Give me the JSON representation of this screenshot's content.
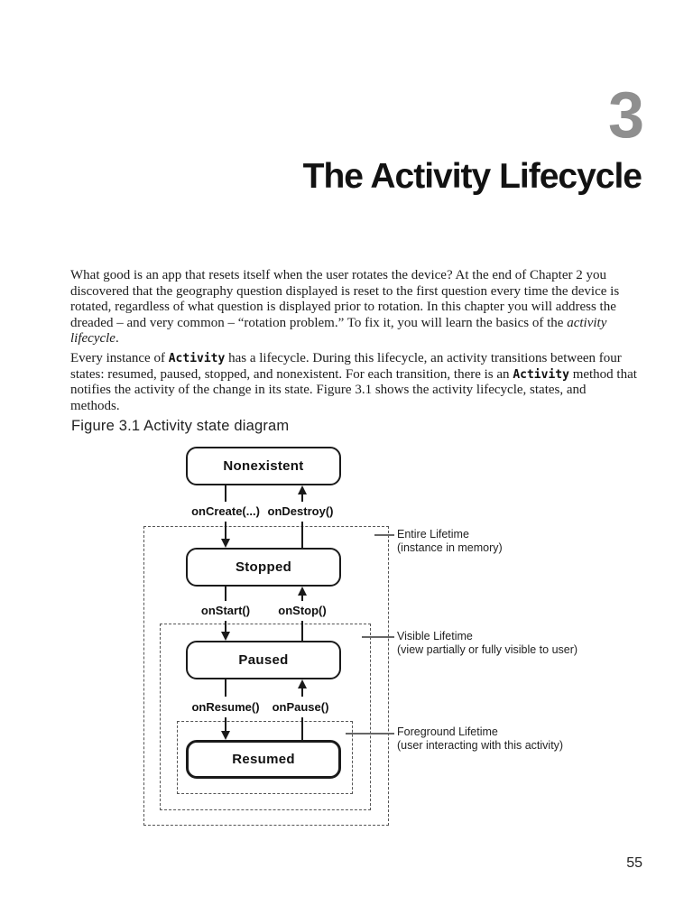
{
  "page": {
    "chapter_number": "3",
    "title": "The Activity Lifecycle",
    "page_number": "55"
  },
  "colors": {
    "chapter_number_gray": "#8f8f8f",
    "text_black": "#1c1c1c",
    "diagram_line": "#1a1a1a",
    "dashed_border": "#555555",
    "background": "#ffffff"
  },
  "paragraphs": {
    "p1": {
      "runs": [
        {
          "text": "What good is an app that resets itself when the user rotates the device? At the end of Chapter 2 you discovered that the geography question displayed is reset to the first question every time the device is rotated, regardless of what question is displayed prior to rotation. In this chapter you will address the dreaded – and very common – “rotation problem.” To fix it, you will learn the basics of the ",
          "style": "normal"
        },
        {
          "text": "activity lifecycle",
          "style": "italic"
        },
        {
          "text": ".",
          "style": "normal"
        }
      ]
    },
    "p2": {
      "runs": [
        {
          "text": "Every instance of ",
          "style": "normal"
        },
        {
          "text": "Activity",
          "style": "code"
        },
        {
          "text": " has a lifecycle. During this lifecycle, an activity transitions between four states: resumed, paused, stopped, and nonexistent. For each transition, there is an ",
          "style": "normal"
        },
        {
          "text": "Activity",
          "style": "code"
        },
        {
          "text": " method that notifies the activity of the change in its state. Figure 3.1 shows the activity lifecycle, states, and methods.",
          "style": "normal"
        }
      ]
    }
  },
  "figure": {
    "caption": "Figure 3.1  Activity state diagram",
    "states": [
      "Nonexistent",
      "Stopped",
      "Paused",
      "Resumed"
    ],
    "transitions": [
      "onCreate(...)",
      "onDestroy()",
      "onStart()",
      "onStop()",
      "onResume()",
      "onPause()"
    ],
    "lifetimes": [
      {
        "name": "Entire Lifetime",
        "desc": "(instance in memory)"
      },
      {
        "name": "Visible Lifetime",
        "desc": "(view partially or fully visible to user)"
      },
      {
        "name": "Foreground Lifetime",
        "desc": "(user interacting with this activity)"
      }
    ]
  }
}
